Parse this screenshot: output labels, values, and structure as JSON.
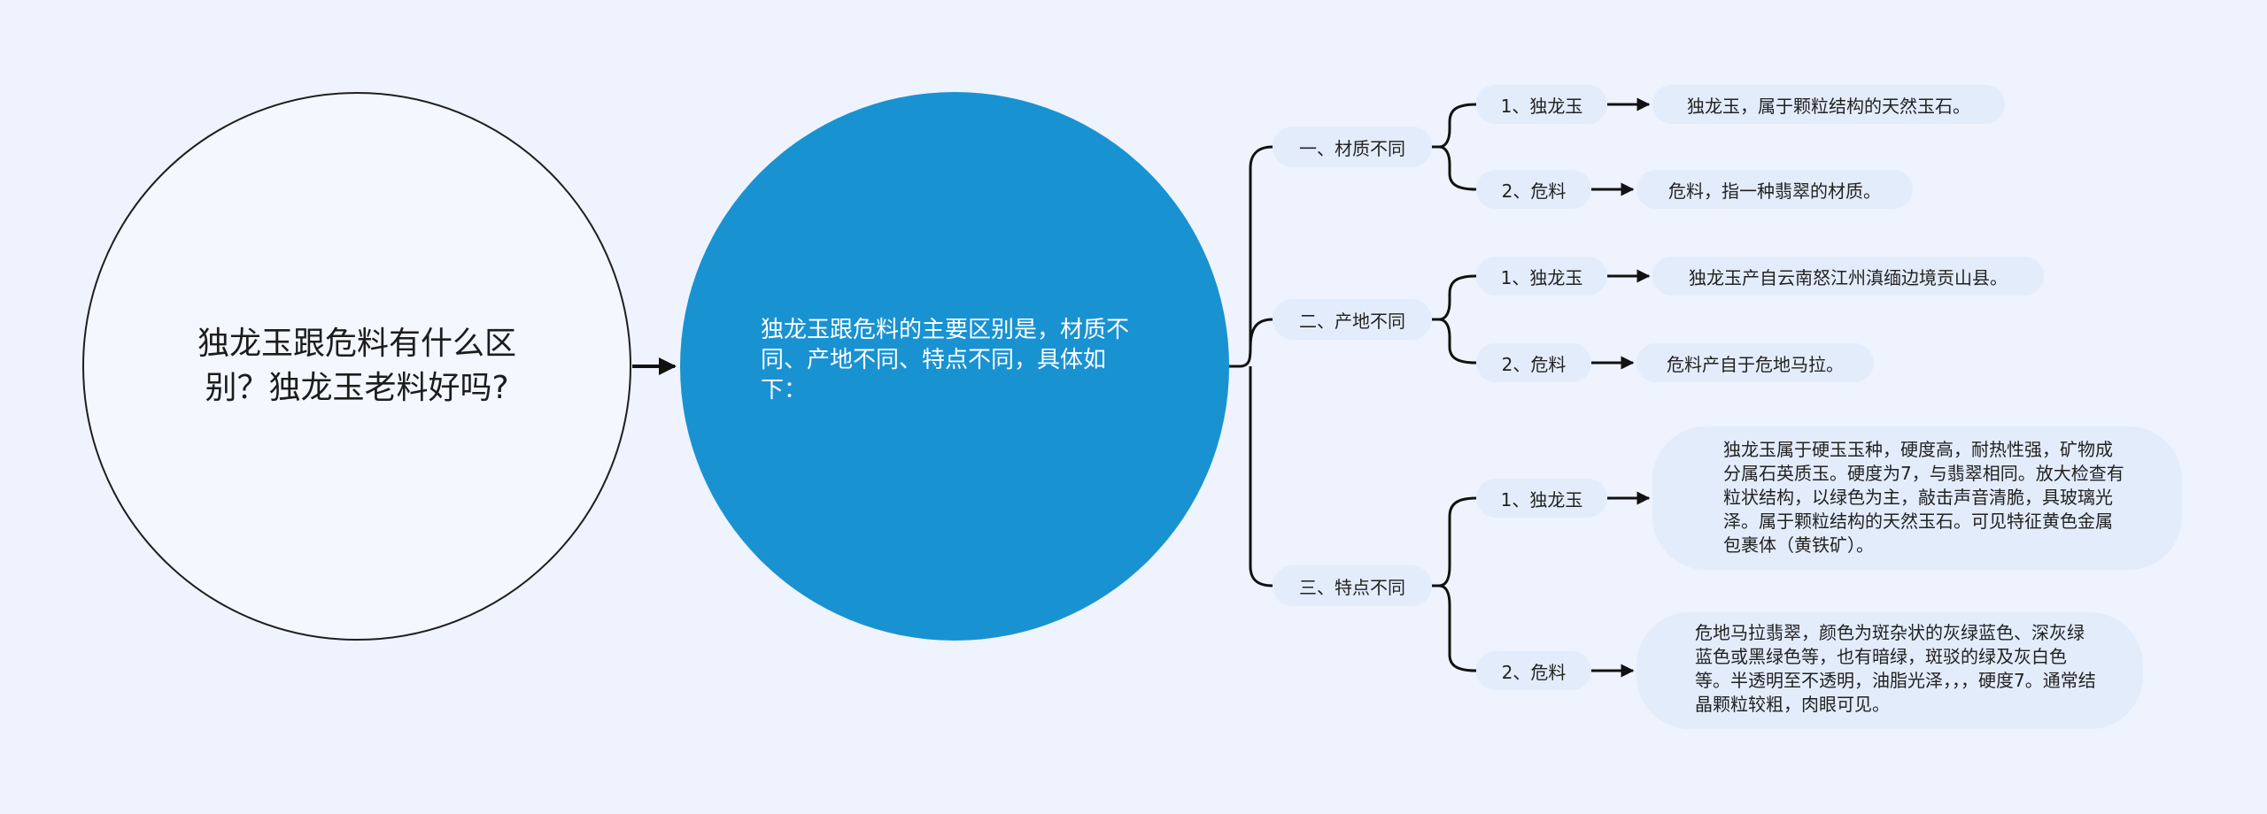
{
  "root": {
    "title": "独龙玉跟危料有什么区别？独龙玉老料好吗?"
  },
  "summary": {
    "text": "独龙玉跟危料的主要区别是，材质不同、产地不同、特点不同，具体如下："
  },
  "branches": [
    {
      "label": "一、材质不同",
      "items": [
        {
          "label": "1、独龙玉",
          "detail": "独龙玉，属于颗粒结构的天然玉石。"
        },
        {
          "label": "2、危料",
          "detail": "危料，指一种翡翠的材质。"
        }
      ]
    },
    {
      "label": "二、产地不同",
      "items": [
        {
          "label": "1、独龙玉",
          "detail": "独龙玉产自云南怒江州滇缅边境贡山县。"
        },
        {
          "label": "2、危料",
          "detail": "危料产自于危地马拉。"
        }
      ]
    },
    {
      "label": "三、特点不同",
      "items": [
        {
          "label": "1、独龙玉",
          "detail": "独龙玉属于硬玉玉种，硬度高，耐热性强，矿物成分属石英质玉。硬度为7，与翡翠相同。放大检查有粒状结构，以绿色为主，敲击声音清脆，具玻璃光泽。属于颗粒结构的天然玉石。可见特征黄色金属包裹体（黄铁矿）。"
        },
        {
          "label": "2、危料",
          "detail": "危地马拉翡翠，颜色为斑杂状的灰绿蓝色、深灰绿蓝色或黑绿色等，也有暗绿，斑驳的绿及灰白色等。半透明至不透明，油脂光泽，，，硬度7。通常结晶颗粒较粗，肉眼可见。"
        }
      ]
    }
  ],
  "colors": {
    "background": "#eef3fd",
    "summary_fill": "#1992d2",
    "pill_fill": "#e3ecfb",
    "connector": "#111111"
  }
}
